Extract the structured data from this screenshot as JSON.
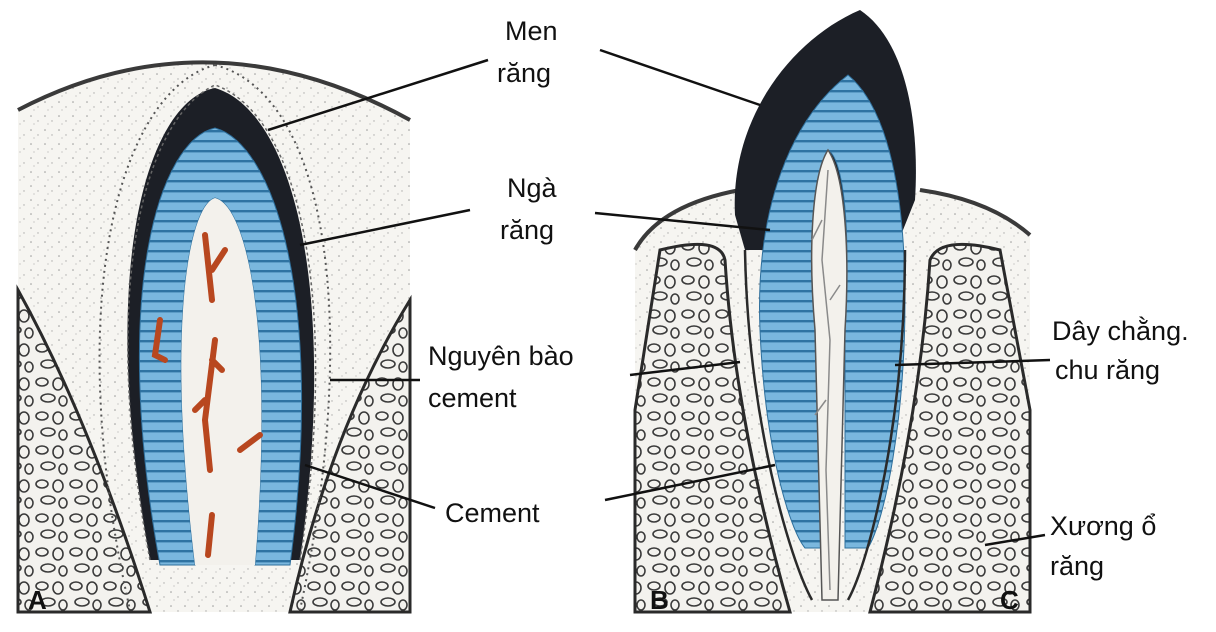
{
  "labels": {
    "enamel": [
      "Men",
      "răng"
    ],
    "dentin": [
      "Ngà",
      "răng"
    ],
    "cementoblast": [
      "Nguyên bào",
      "cement"
    ],
    "cement": "Cement",
    "pdl": [
      "Dây chằng.",
      "chu răng"
    ],
    "alveolar_bone": [
      "Xương ổ",
      "răng"
    ]
  },
  "panels": {
    "a": "A",
    "b": "B",
    "c": "C"
  },
  "colors": {
    "enamel": "#1c1f26",
    "dentin": "#6fb1da",
    "dentin_stripe": "#2e6f9c",
    "pulp": "#f3f1ec",
    "vessel": "#b8471f",
    "bone_fill": "#f5f3ee",
    "outline": "#2a2a2a"
  }
}
